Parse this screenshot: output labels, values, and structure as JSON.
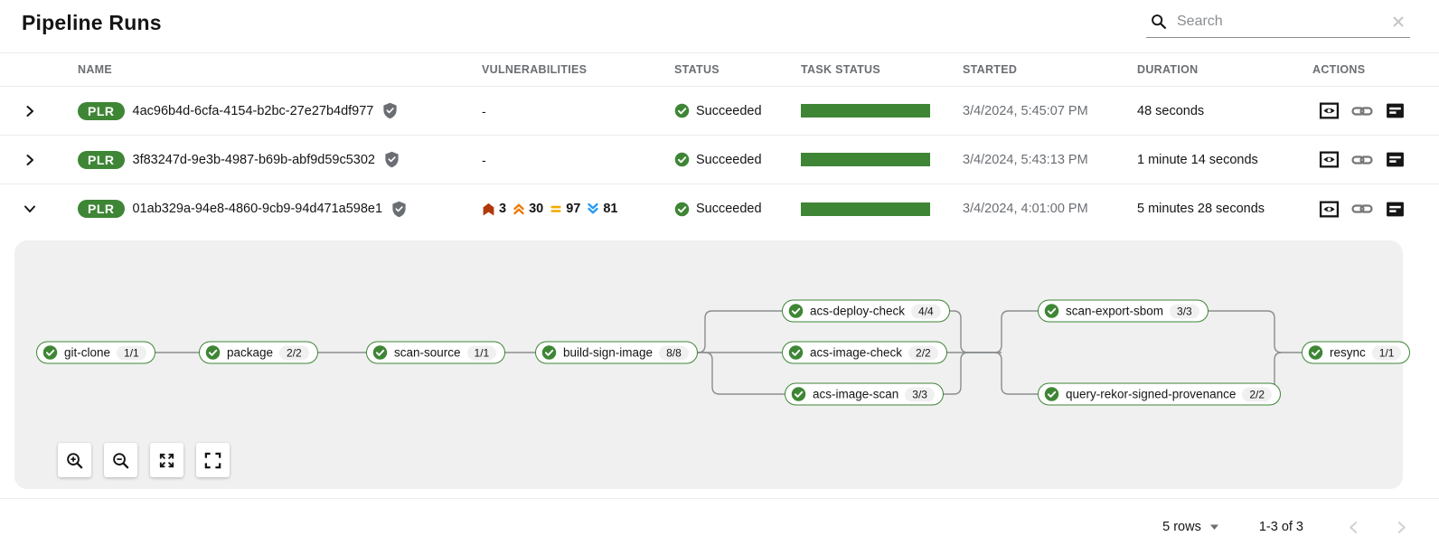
{
  "page": {
    "title": "Pipeline Runs"
  },
  "search": {
    "placeholder": "Search"
  },
  "table": {
    "columns": [
      "NAME",
      "VULNERABILITIES",
      "STATUS",
      "TASK STATUS",
      "STARTED",
      "DURATION",
      "ACTIONS"
    ],
    "rows": [
      {
        "badge": "PLR",
        "name": "4ac96b4d-6cfa-4154-b2bc-27e27b4df977",
        "vulnerabilities": "-",
        "status": "Succeeded",
        "started": "3/4/2024, 5:45:07 PM",
        "duration": "48 seconds"
      },
      {
        "badge": "PLR",
        "name": "3f83247d-9e3b-4987-b69b-abf9d59c5302",
        "vulnerabilities": "-",
        "status": "Succeeded",
        "started": "3/4/2024, 5:43:13 PM",
        "duration": "1 minute 14 seconds"
      },
      {
        "badge": "PLR",
        "name": "01ab329a-94e8-4860-9cb9-94d471a598e1",
        "vulnerabilities": {
          "critical": 3,
          "high": 30,
          "medium": 97,
          "low": 81
        },
        "status": "Succeeded",
        "started": "3/4/2024, 4:01:00 PM",
        "duration": "5 minutes 28 seconds"
      }
    ]
  },
  "graph": {
    "nodes": [
      {
        "label": "git-clone",
        "badge": "1/1",
        "status": "succeeded"
      },
      {
        "label": "package",
        "badge": "2/2",
        "status": "succeeded"
      },
      {
        "label": "scan-source",
        "badge": "1/1",
        "status": "succeeded"
      },
      {
        "label": "build-sign-image",
        "badge": "8/8",
        "status": "succeeded"
      },
      {
        "label": "acs-deploy-check",
        "badge": "4/4",
        "status": "succeeded"
      },
      {
        "label": "acs-image-check",
        "badge": "2/2",
        "status": "succeeded"
      },
      {
        "label": "acs-image-scan",
        "badge": "3/3",
        "status": "succeeded"
      },
      {
        "label": "scan-export-sbom",
        "badge": "3/3",
        "status": "succeeded"
      },
      {
        "label": "query-rekor-signed-provenance",
        "badge": "2/2",
        "status": "succeeded"
      },
      {
        "label": "resync",
        "badge": "1/1",
        "status": "succeeded"
      }
    ]
  },
  "pagination": {
    "rows_per_page": "5 rows",
    "range": "1-3 of 3"
  },
  "colors": {
    "success_green": "#3e8635",
    "severity_critical": "#b1380b",
    "severity_high": "#ec7a08",
    "severity_medium": "#f0ab00",
    "severity_low": "#2b9af3"
  }
}
